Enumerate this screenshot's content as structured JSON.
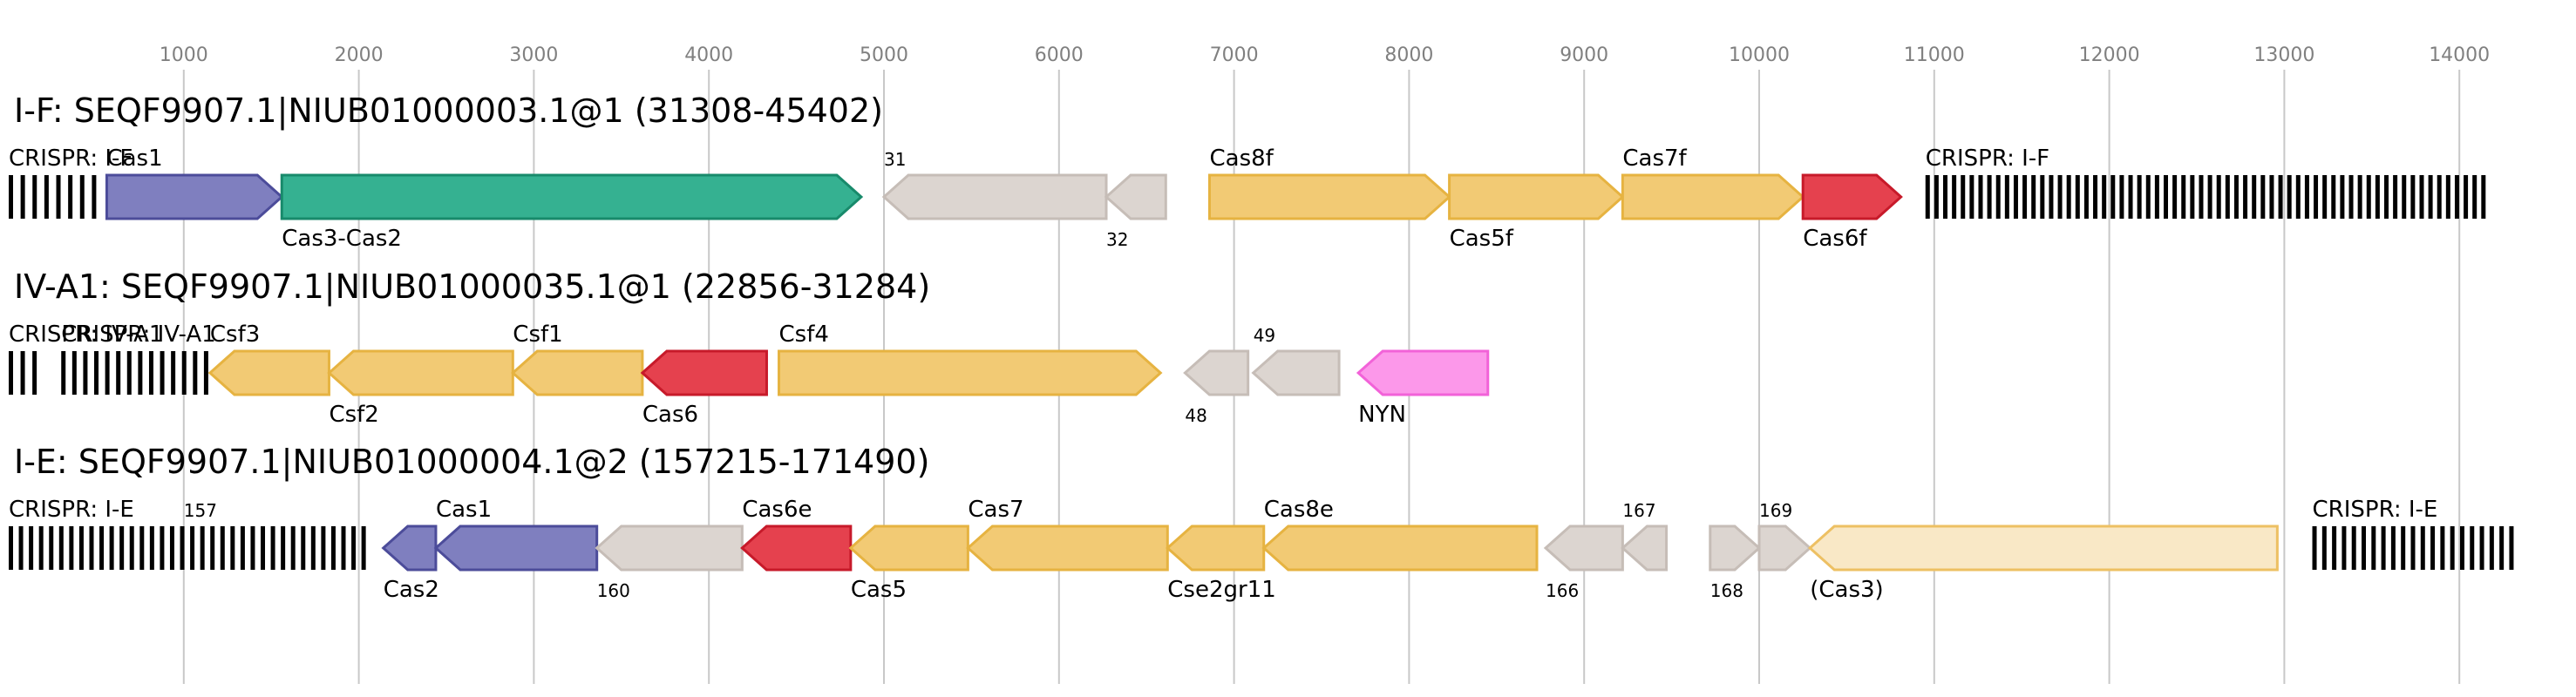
{
  "axis": {
    "ticks": [
      1000,
      2000,
      3000,
      4000,
      5000,
      6000,
      7000,
      8000,
      9000,
      10000,
      11000,
      12000,
      13000,
      14000
    ]
  },
  "colors": {
    "blue": "#7f7fbf",
    "blue_edge": "#4c4c9a",
    "teal": "#35b191",
    "teal_edge": "#188a6b",
    "gray": "#dcd5d0",
    "gray_edge": "#c6bdb7",
    "yellow": "#f2ca74",
    "yellow_edge": "#e6b341",
    "red": "#e5414e",
    "red_edge": "#c71a2a",
    "pink": "#fc98ea",
    "pink_edge": "#f262d8",
    "lightyellow": "#f9e8c6",
    "lightyellow_edge": "#edc063",
    "grid": "#c8c8c8",
    "crispr": "#000000"
  },
  "tracks": [
    {
      "title": "I-F: SEQF9907.1|NIUB01000003.1@1 (31308-45402)",
      "crisprs": [
        {
          "label": "CRISPR: I-F",
          "start": 0,
          "end": 500,
          "bars": 8
        },
        {
          "label": "CRISPR: I-F",
          "start": 10950,
          "end": 14150,
          "bars": 64
        }
      ],
      "genes": [
        {
          "label": "Cas1",
          "start": 560,
          "end": 1560,
          "strand": 1,
          "color": "blue",
          "label_pos": "above"
        },
        {
          "label": "Cas3-Cas2",
          "start": 1560,
          "end": 4870,
          "strand": 1,
          "color": "teal",
          "label_pos": "below"
        },
        {
          "label": "31",
          "start": 5000,
          "end": 6270,
          "strand": -1,
          "color": "gray",
          "label_pos": "above",
          "small": true
        },
        {
          "label": "32",
          "start": 6270,
          "end": 6610,
          "strand": -1,
          "color": "gray",
          "label_pos": "below",
          "small": true
        },
        {
          "label": "Cas8f",
          "start": 6860,
          "end": 8230,
          "strand": 1,
          "color": "yellow",
          "label_pos": "above"
        },
        {
          "label": "Cas5f",
          "start": 8230,
          "end": 9220,
          "strand": 1,
          "color": "yellow",
          "label_pos": "below"
        },
        {
          "label": "Cas7f",
          "start": 9220,
          "end": 10250,
          "strand": 1,
          "color": "yellow",
          "label_pos": "above"
        },
        {
          "label": "Cas6f",
          "start": 10250,
          "end": 10810,
          "strand": 1,
          "color": "red",
          "label_pos": "below"
        }
      ]
    },
    {
      "title": "IV-A1: SEQF9907.1|NIUB01000035.1@1 (22856-31284)",
      "crisprs": [
        {
          "label": "CRISPR: IV-A1",
          "start": 0,
          "end": 160,
          "bars": 3
        },
        {
          "label": "CRISPR: IV-A1",
          "start": 300,
          "end": 1140,
          "bars": 14
        }
      ],
      "genes": [
        {
          "label": "Csf3",
          "start": 1150,
          "end": 1830,
          "strand": -1,
          "color": "yellow",
          "label_pos": "above"
        },
        {
          "label": "Csf2",
          "start": 1830,
          "end": 2880,
          "strand": -1,
          "color": "yellow",
          "label_pos": "below"
        },
        {
          "label": "Csf1",
          "start": 2880,
          "end": 3620,
          "strand": -1,
          "color": "yellow",
          "label_pos": "above"
        },
        {
          "label": "Cas6",
          "start": 3620,
          "end": 4330,
          "strand": -1,
          "color": "red",
          "label_pos": "below"
        },
        {
          "label": "Csf4",
          "start": 4400,
          "end": 6580,
          "strand": 1,
          "color": "yellow",
          "label_pos": "above"
        },
        {
          "label": "48",
          "start": 6720,
          "end": 7080,
          "strand": -1,
          "color": "gray",
          "label_pos": "below",
          "small": true
        },
        {
          "label": "49",
          "start": 7110,
          "end": 7600,
          "strand": -1,
          "color": "gray",
          "label_pos": "above",
          "small": true
        },
        {
          "label": "NYN",
          "start": 7710,
          "end": 8450,
          "strand": -1,
          "color": "pink",
          "label_pos": "below"
        }
      ]
    },
    {
      "title": "I-E: SEQF9907.1|NIUB01000004.1@2 (157215-171490)",
      "crisprs": [
        {
          "label": "CRISPR: I-E",
          "start": 0,
          "end": 2040,
          "bars": 36
        },
        {
          "label": "CRISPR: I-E",
          "start": 13160,
          "end": 14310,
          "bars": 21
        }
      ],
      "genes": [
        {
          "label": "157",
          "start": 1000,
          "end": 1000,
          "strand": 0,
          "color": "gray",
          "label_pos": "above",
          "small": true,
          "label_only": true
        },
        {
          "label": "Cas2",
          "start": 2140,
          "end": 2440,
          "strand": -1,
          "color": "blue",
          "label_pos": "below"
        },
        {
          "label": "Cas1",
          "start": 2440,
          "end": 3360,
          "strand": -1,
          "color": "blue",
          "label_pos": "above"
        },
        {
          "label": "160",
          "start": 3360,
          "end": 4190,
          "strand": -1,
          "color": "gray",
          "label_pos": "below",
          "small": true
        },
        {
          "label": "Cas6e",
          "start": 4190,
          "end": 4810,
          "strand": -1,
          "color": "red",
          "label_pos": "above"
        },
        {
          "label": "Cas5",
          "start": 4810,
          "end": 5480,
          "strand": -1,
          "color": "yellow",
          "label_pos": "below"
        },
        {
          "label": "Cas7",
          "start": 5480,
          "end": 6620,
          "strand": -1,
          "color": "yellow",
          "label_pos": "above"
        },
        {
          "label": "Cse2gr11",
          "start": 6620,
          "end": 7170,
          "strand": -1,
          "color": "yellow",
          "label_pos": "below"
        },
        {
          "label": "Cas8e",
          "start": 7170,
          "end": 8730,
          "strand": -1,
          "color": "yellow",
          "label_pos": "above"
        },
        {
          "label": "166",
          "start": 8780,
          "end": 9220,
          "strand": -1,
          "color": "gray",
          "label_pos": "below",
          "small": true
        },
        {
          "label": "167",
          "start": 9220,
          "end": 9470,
          "strand": -1,
          "color": "gray",
          "label_pos": "above",
          "small": true
        },
        {
          "label": "168",
          "start": 9720,
          "end": 10000,
          "strand": 1,
          "color": "gray",
          "label_pos": "below",
          "small": true
        },
        {
          "label": "169",
          "start": 10000,
          "end": 10290,
          "strand": 1,
          "color": "gray",
          "label_pos": "above",
          "small": true
        },
        {
          "label": "(Cas3)",
          "start": 10290,
          "end": 12960,
          "strand": -1,
          "color": "lightyellow",
          "label_pos": "below"
        }
      ]
    }
  ]
}
